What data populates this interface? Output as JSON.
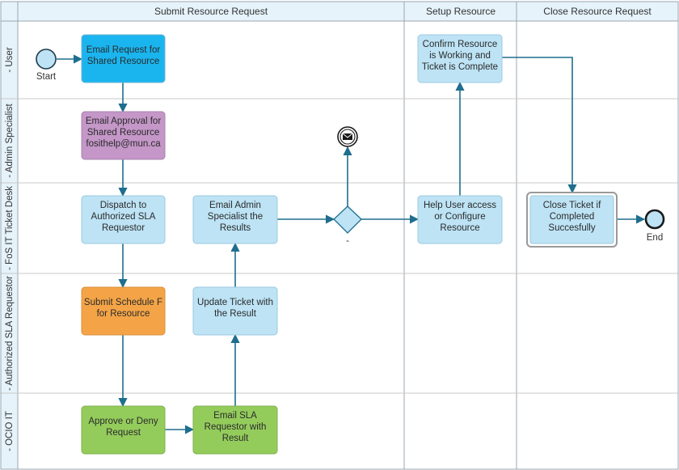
{
  "phases": {
    "submit": "Submit Resource Request",
    "setup": "Setup Resource",
    "close": "Close Resource Request"
  },
  "lanes": {
    "user": "- User",
    "admin": "- Admin Specialist",
    "desk": "- FoS IT Ticket Desk",
    "sla": "- Authorized SLA Requestor",
    "ocio": "- OCIO IT"
  },
  "events": {
    "start": "Start",
    "end": "End"
  },
  "gateway_label": "-",
  "tasks": {
    "email_request": [
      "Email Request for",
      "Shared Resource"
    ],
    "email_approval": [
      "Email Approval for",
      "Shared Resource",
      "fosithelp@mun.ca"
    ],
    "dispatch": [
      "Dispatch to",
      "Authorized SLA",
      "Requestor"
    ],
    "submit_schedule": [
      "Submit Schedule F",
      "for Resource"
    ],
    "approve_deny": [
      "Approve or Deny",
      "Request"
    ],
    "email_sla": [
      "Email SLA",
      "Requestor with",
      "Result"
    ],
    "update_ticket": [
      "Update Ticket with",
      "the Result"
    ],
    "email_admin": [
      "Email Admin",
      "Specialist the",
      "Results"
    ],
    "help_user": [
      "Help User access",
      "or Configure",
      "Resource"
    ],
    "confirm_resource": [
      "Confirm Resource",
      "is Working and",
      "Ticket is Complete"
    ],
    "close_ticket": [
      "Close Ticket if",
      "Completed",
      "Succesfully"
    ]
  },
  "colors": {
    "blue_bright": "#1ab5ef",
    "purple": "#c497c8",
    "light_blue": "#bde3f5",
    "orange": "#f4a447",
    "green": "#94cc5c",
    "flow": "#1e6e8e",
    "lane_header": "#e6f3fb",
    "grid": "#c8c8c8"
  }
}
